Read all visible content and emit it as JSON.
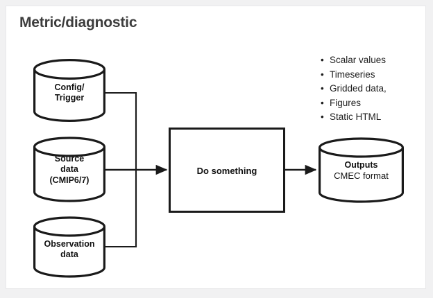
{
  "diagram": {
    "title": "Metric/diagnostic",
    "background_color": "#f1f1f2",
    "panel_color": "#ffffff",
    "title_color": "#3d3d3d",
    "stroke_color": "#1a1a1a"
  },
  "nodes": {
    "config_trigger": {
      "shape": "cylinder",
      "line1": "Config/",
      "line2": "Trigger"
    },
    "source_data": {
      "shape": "cylinder",
      "line1": "Source",
      "line2": "data",
      "line3": "(CMIP6/7)"
    },
    "observation_data": {
      "shape": "cylinder",
      "line1": "Observation",
      "line2": "data"
    },
    "process": {
      "shape": "rectangle",
      "label": "Do something"
    },
    "outputs": {
      "shape": "cylinder",
      "line1": "Outputs",
      "line2": "CMEC format"
    }
  },
  "outputs_list": {
    "bullet_glyph": "•",
    "items": [
      "Scalar values",
      "Timeseries",
      "Gridded data,",
      "Figures",
      "Static HTML"
    ]
  }
}
